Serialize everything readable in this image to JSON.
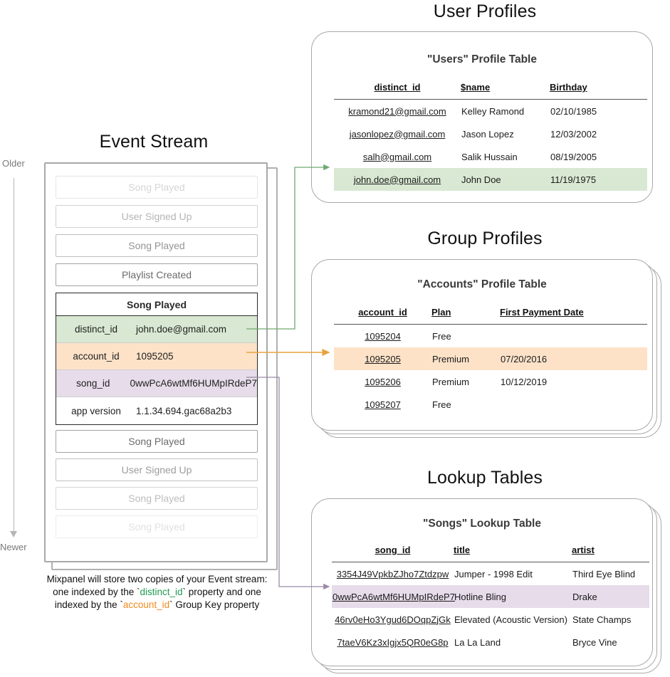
{
  "sections": {
    "event_stream_title": "Event Stream",
    "user_profiles_title": "User Profiles",
    "group_profiles_title": "Group Profiles",
    "lookup_tables_title": "Lookup Tables"
  },
  "timeline": {
    "older_label": "Older",
    "newer_label": "Newer",
    "arrow_icon": "arrow-down-icon"
  },
  "event_stream": {
    "events_before": [
      {
        "label": "Song Played",
        "opacity": "0.25"
      },
      {
        "label": "User Signed Up",
        "opacity": "0.45"
      },
      {
        "label": "Song Played",
        "opacity": "0.65"
      },
      {
        "label": "Playlist Created",
        "opacity": "0.9"
      }
    ],
    "selected_event": {
      "name": "Song Played",
      "properties": [
        {
          "key": "distinct_id",
          "value": "john.doe@gmail.com",
          "highlight": "green"
        },
        {
          "key": "account_id",
          "value": "1095205",
          "highlight": "orange"
        },
        {
          "key": "song_id",
          "value": "0wwPcA6wtMf6HUMpIRdeP7",
          "highlight": "purple"
        },
        {
          "key": "app version",
          "value": "1.1.34.694.gac68a2b3",
          "highlight": "none"
        }
      ]
    },
    "events_after": [
      {
        "label": "Song Played",
        "opacity": "0.9"
      },
      {
        "label": "User Signed Up",
        "opacity": "0.6"
      },
      {
        "label": "Song Played",
        "opacity": "0.4"
      },
      {
        "label": "Song Played",
        "opacity": "0.18"
      }
    ]
  },
  "caption": {
    "line1": "Mixpanel will store two copies of your Event stream:",
    "line2_a": "one indexed by the ",
    "line2_token": "distinct_id",
    "line2_b": " property and one",
    "line3_a": "indexed by the ",
    "line3_token": "account_id",
    "line3_b": " Group Key property"
  },
  "users_table": {
    "title": "\"Users\" Profile Table",
    "columns": [
      "distinct_id",
      "$name",
      "Birthday"
    ],
    "rows": [
      {
        "cells": [
          "kramond21@gmail.com",
          "Kelley Ramond",
          "02/10/1985"
        ],
        "highlight": "none"
      },
      {
        "cells": [
          "jasonlopez@gmail.com",
          "Jason Lopez",
          "12/03/2002"
        ],
        "highlight": "none"
      },
      {
        "cells": [
          "salh@gmail.com",
          "Salik Hussain",
          "08/19/2005"
        ],
        "highlight": "none"
      },
      {
        "cells": [
          "john.doe@gmail.com",
          "John Doe",
          "11/19/1975"
        ],
        "highlight": "green"
      }
    ]
  },
  "accounts_table": {
    "title": "\"Accounts\" Profile Table",
    "columns": [
      "account_id",
      "Plan",
      "First Payment Date"
    ],
    "rows": [
      {
        "cells": [
          "1095204",
          "Free",
          ""
        ],
        "highlight": "none"
      },
      {
        "cells": [
          "1095205",
          "Premium",
          "07/20/2016"
        ],
        "highlight": "orange"
      },
      {
        "cells": [
          "1095206",
          "Premium",
          "10/12/2019"
        ],
        "highlight": "none"
      },
      {
        "cells": [
          "1095207",
          "Free",
          ""
        ],
        "highlight": "none"
      }
    ]
  },
  "songs_table": {
    "title": "\"Songs\" Lookup Table",
    "columns": [
      "song_id",
      "title",
      "artist"
    ],
    "rows": [
      {
        "cells": [
          "3354J49VpkbZJho7Ztdzpw",
          "Jumper - 1998 Edit",
          "Third Eye Blind"
        ],
        "highlight": "none"
      },
      {
        "cells": [
          "0wwPcA6wtMf6HUMpIRdeP7",
          "Hotline Bling",
          "Drake"
        ],
        "highlight": "purple"
      },
      {
        "cells": [
          "46rv0eHo3Ygud6DOqpZjGk",
          "Elevated (Acoustic Version)",
          "State Champs"
        ],
        "highlight": "none"
      },
      {
        "cells": [
          "7taeV6Kz3xIgjx5QR0eG8p",
          "La La Land",
          "Bryce Vine"
        ],
        "highlight": "none"
      }
    ]
  },
  "colors": {
    "green_row": "#d8e8d2",
    "orange_row": "#fde2c8",
    "purple_row": "#e6dcea",
    "green_connector": "#6fa96f",
    "orange_connector": "#e8a33d",
    "purple_connector": "#9b8aa3",
    "card_border": "#a9a9a9",
    "token_green": "#1f9b52",
    "token_orange": "#f08a1d"
  }
}
